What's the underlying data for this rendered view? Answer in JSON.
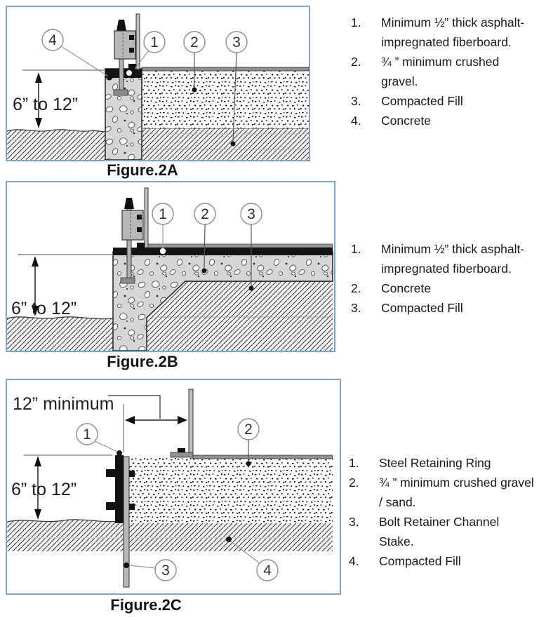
{
  "colors": {
    "frame_border": "#7ea4c9",
    "fiberboard_black": "#141414",
    "steel_gray": "#b8b8b8",
    "callout_stroke": "#8c8c8c",
    "text": "#1a1a1a"
  },
  "figures": [
    {
      "caption": "Figure.2A",
      "dim_label": "6” to 12”",
      "callouts": [
        "4",
        "1",
        "2",
        "3"
      ]
    },
    {
      "caption": "Figure.2B",
      "dim_label": "6” to 12”",
      "callouts": [
        "1",
        "2",
        "3"
      ]
    },
    {
      "caption": "Figure.2C",
      "dim_label": "6” to 12”",
      "dim_label2": "12” minimum",
      "callouts": [
        "1",
        "2",
        "3",
        "4"
      ]
    }
  ],
  "legends": [
    {
      "items": [
        {
          "num": "1.",
          "text": "Minimum ½” thick asphalt-impregnated fiberboard."
        },
        {
          "num": "2.",
          "text": "¾ ” minimum crushed gravel."
        },
        {
          "num": "3.",
          "text": "Compacted Fill"
        },
        {
          "num": "4.",
          "text": "Concrete"
        }
      ]
    },
    {
      "items": [
        {
          "num": "1.",
          "text": "Minimum ½” thick asphalt-impregnated fiberboard."
        },
        {
          "num": "2.",
          "text": "Concrete"
        },
        {
          "num": "3.",
          "text": "Compacted Fill"
        }
      ]
    },
    {
      "items": [
        {
          "num": "1.",
          "text": "Steel Retaining Ring"
        },
        {
          "num": "2.",
          "text": "¾ ” minimum crushed gravel / sand."
        },
        {
          "num": "3.",
          "text": "Bolt Retainer Channel Stake."
        },
        {
          "num": "4.",
          "text": "Compacted Fill"
        }
      ]
    }
  ]
}
